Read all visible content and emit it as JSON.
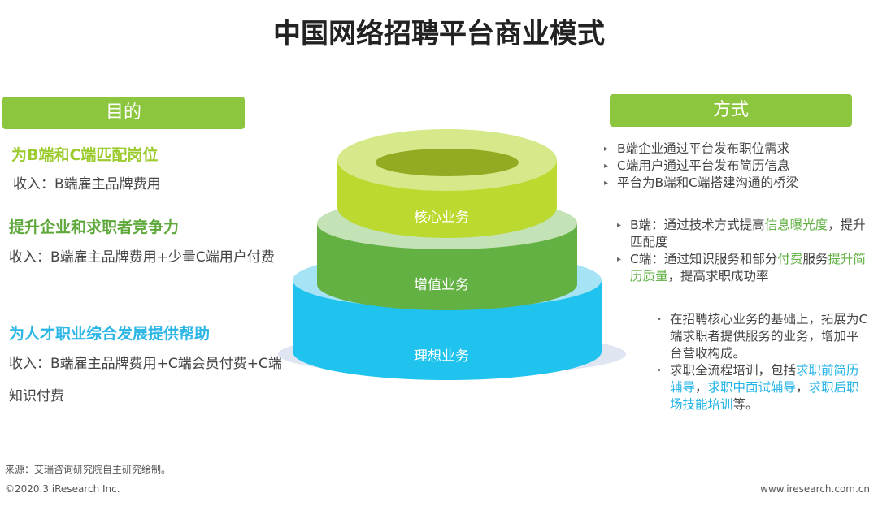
{
  "title": "中国网络招聘平台商业模式",
  "left": {
    "header": "目的",
    "blocks": [
      {
        "heading": "为B端和C端匹配岗位",
        "color": "#9bcb2c",
        "income": "收入：B端雇主品牌费用"
      },
      {
        "heading": "提升企业和求职者竞争力",
        "color": "#5fa83c",
        "income": "收入：B端雇主品牌费用+少量C端用户付费"
      },
      {
        "heading": "为人才职业综合发展提供帮助",
        "color": "#2bb6e6",
        "income": "收入：B端雇主品牌费用+C端会员付费+C端知识付费"
      }
    ]
  },
  "pyramid": {
    "layers": [
      "核心业务",
      "增值业务",
      "理想业务"
    ]
  },
  "right": {
    "header": "方式",
    "group1": [
      "B端企业通过平台发布职位需求",
      "C端用户通过平台发布简历信息",
      "平台为B端和C端搭建沟通的桥梁"
    ],
    "group2": {
      "b_pre": "B端：通过技术方式提高",
      "b_hl": "信息曝光度",
      "b_post": "，提升匹配度",
      "c_pre": "C端：通过知识服务和部分",
      "c_hl1": "付费",
      "c_mid": "服务",
      "c_hl2": "提升简历质量",
      "c_post": "，提高求职成功率"
    },
    "group3": {
      "item1": "在招聘核心业务的基础上，拓展为C端求职者提供服务的业务，增加平台营收构成。",
      "item2_pre": "求职全流程培训，包括",
      "hl1": "求职前简历辅导",
      "sep1": "，",
      "hl2": "求职中面试辅导",
      "sep2": "，",
      "hl3": "求职后职场技能培训",
      "item2_post": "等。"
    }
  },
  "footer": {
    "source": "来源：艾瑞咨询研究院自主研究绘制。",
    "copyright": "©2020.3 iResearch Inc.",
    "website": "www.iresearch.com.cn"
  }
}
